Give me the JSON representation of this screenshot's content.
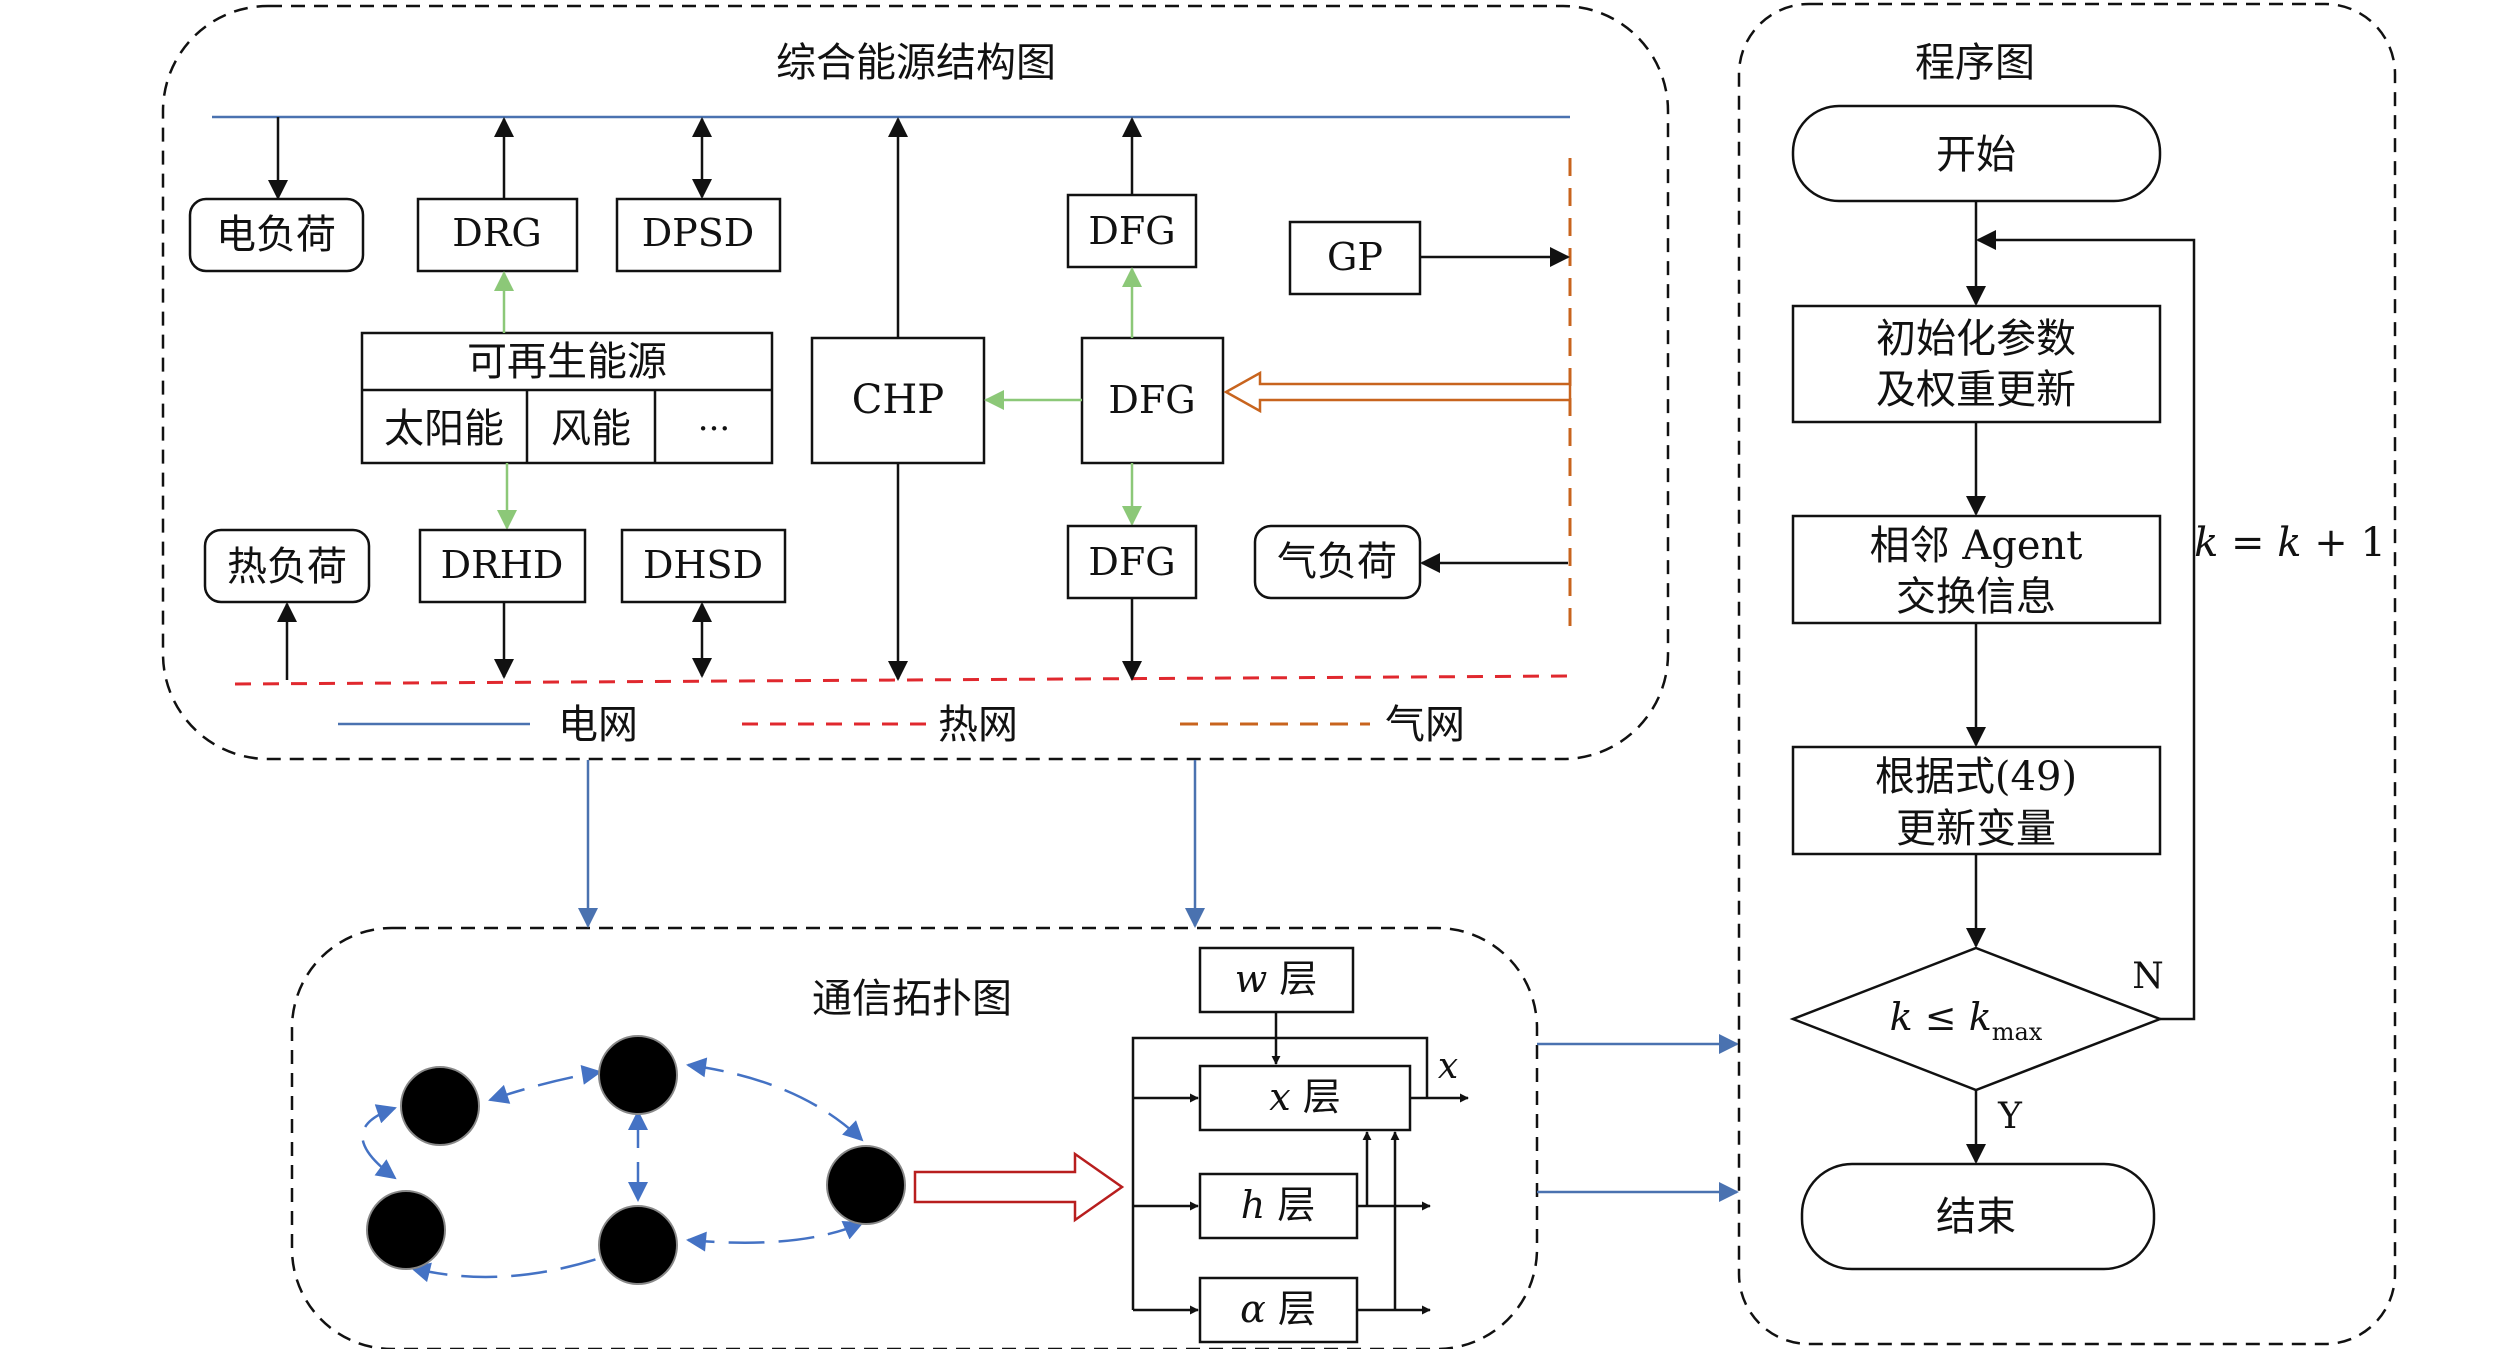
{
  "colors": {
    "black": "#111111",
    "elec_blue": "#4a72b0",
    "heat_red": "#e0282e",
    "gas_orange": "#c8641e",
    "renew_green": "#8cc878",
    "convert_red": "#b81e1e",
    "comm_blue": "#4472c4"
  },
  "energy": {
    "title": "综合能源结构图",
    "elec_load": "电负荷",
    "heat_load": "热负荷",
    "gas_load": "气负荷",
    "drg": "DRG",
    "dpsd": "DPSD",
    "drhd": "DRHD",
    "dhsd": "DHSD",
    "chp": "CHP",
    "dfg_top": "DFG",
    "dfg_mid": "DFG",
    "dfg_bot": "DFG",
    "gp": "GP",
    "renewable": "可再生能源",
    "solar": "太阳能",
    "wind": "风能",
    "more": "···",
    "legend": {
      "elec": "电网",
      "heat": "热网",
      "gas": "气网"
    }
  },
  "comm": {
    "title": "通信拓扑图",
    "layers": {
      "w": {
        "sym": "w",
        "suffix": " 层"
      },
      "x": {
        "sym": "x",
        "suffix": " 层"
      },
      "h": {
        "sym": "h",
        "suffix": " 层"
      },
      "a": {
        "sym": "α",
        "suffix": " 层"
      }
    },
    "out_x": "x"
  },
  "flow": {
    "title": "程序图",
    "start": "开始",
    "init_1": "初始化参数",
    "init_2": "及权重更新",
    "exch_1": "相邻 Agent",
    "exch_2": "交换信息",
    "upd_1": "根据式(49)",
    "upd_2": "更新变量",
    "cond_k": "k",
    "cond_le": " ≤ ",
    "cond_kmax": "k",
    "cond_sub": "max",
    "no": "N",
    "yes": "Y",
    "loop_k1": "k",
    "loop_eq": " = ",
    "loop_k2": "k",
    "loop_plus": " + 1",
    "end": "结束"
  }
}
